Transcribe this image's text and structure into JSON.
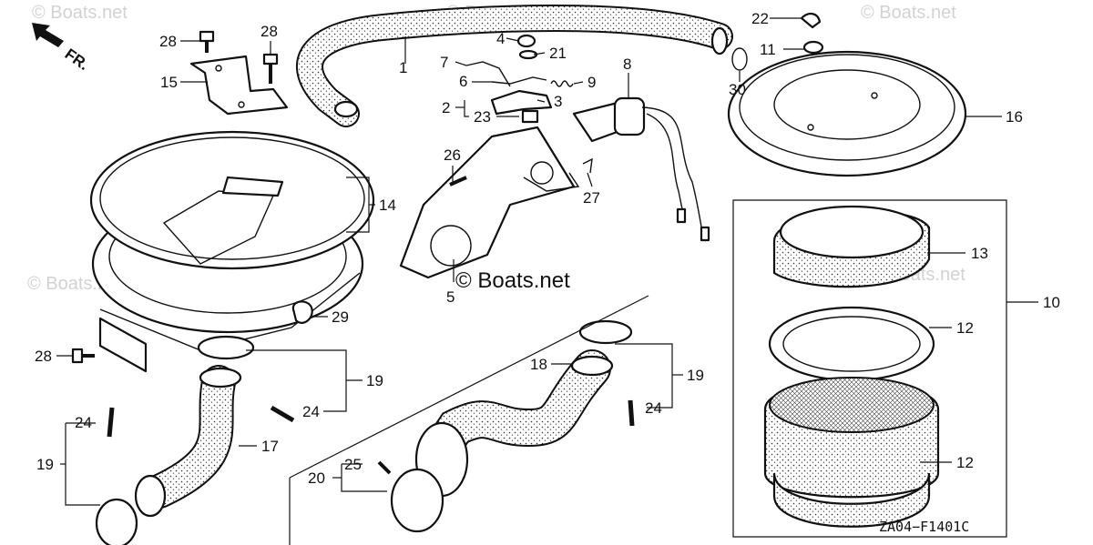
{
  "watermark": "© Boats.net",
  "brand_label": "© Boats.net",
  "direction_label": "FR.",
  "diagram_code": "ZA04−F1401C",
  "callouts": {
    "c1": "1",
    "c2": "2",
    "c3": "3",
    "c4": "4",
    "c5": "5",
    "c6": "6",
    "c7": "7",
    "c8": "8",
    "c9": "9",
    "c10": "10",
    "c11": "11",
    "c12a": "12",
    "c12b": "12",
    "c13": "13",
    "c14": "14",
    "c15": "15",
    "c16": "16",
    "c17": "17",
    "c18": "18",
    "c19a": "19",
    "c19b": "19",
    "c19c": "19",
    "c20": "20",
    "c21": "21",
    "c22": "22",
    "c23": "23",
    "c24a": "24",
    "c24b": "24",
    "c24c": "24",
    "c25": "25",
    "c26": "26",
    "c27": "27",
    "c28a": "28",
    "c28b": "28",
    "c28c": "28",
    "c29": "29",
    "c30": "30"
  }
}
